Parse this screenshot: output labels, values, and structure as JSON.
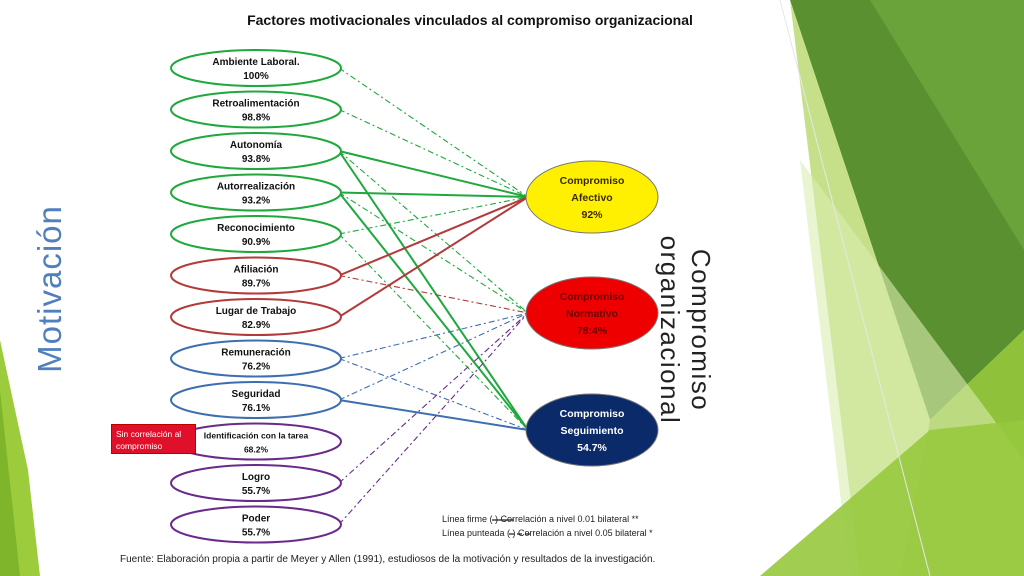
{
  "title": "Factores motivacionales vinculados al compromiso organizacional",
  "left_axis_label": "Motivación",
  "right_axis_label": "Compromiso organizacional",
  "factors": [
    {
      "name": "Ambiente Laboral.",
      "value": "100%",
      "color": "#1fa83c"
    },
    {
      "name": "Retroalimentación",
      "value": "98.8%",
      "color": "#1fa83c"
    },
    {
      "name": "Autonomía",
      "value": "93.8%",
      "color": "#1fa83c"
    },
    {
      "name": "Autorrealización",
      "value": "93.2%",
      "color": "#1fa83c"
    },
    {
      "name": "Reconocimiento",
      "value": "90.9%",
      "color": "#1fa83c"
    },
    {
      "name": "Afiliación",
      "value": "89.7%",
      "color": "#b23a3a"
    },
    {
      "name": "Lugar de Trabajo",
      "value": "82.9%",
      "color": "#b23a3a"
    },
    {
      "name": "Remuneración",
      "value": "76.2%",
      "color": "#3d6fb0"
    },
    {
      "name": "Seguridad",
      "value": "76.1%",
      "color": "#3d6fb0"
    },
    {
      "name": "Identificación con la tarea",
      "value": "68.2%",
      "color": "#6a2a8a"
    },
    {
      "name": "Logro",
      "value": "55.7%",
      "color": "#6a2a8a"
    },
    {
      "name": "Poder",
      "value": "55.7%",
      "color": "#6a2a8a"
    }
  ],
  "commitments": [
    {
      "line1": "Compromiso",
      "line2": "Afectivo",
      "value": "92%",
      "fill": "#ffef00",
      "text_color": "#3a2a00"
    },
    {
      "line1": "Compromiso",
      "line2": "Normativo",
      "value": "78:4%",
      "fill": "#ee0000",
      "text_color": "#6a0000"
    },
    {
      "line1": "Compromiso",
      "line2": "Seguimiento",
      "value": "54.7%",
      "fill": "#0a2a6a",
      "text_color": "#ffffff"
    }
  ],
  "no_correlation_label": "Sin correlación al compromiso",
  "legend": {
    "solid": "Línea firme (          ) Correlación a nivel 0.01 bilateral **",
    "dashed": "Línea punteada (          ) Correlación a nivel 0.05 bilateral *"
  },
  "source": "Fuente: Elaboración propia a partir de Meyer y Allen (1991), estudiosos de la motivación y resultados de la investigación.",
  "connections": [
    {
      "from": 0,
      "to": 0,
      "style": "dashed",
      "color": "#1fa83c"
    },
    {
      "from": 1,
      "to": 0,
      "style": "dashed",
      "color": "#1fa83c"
    },
    {
      "from": 2,
      "to": 0,
      "style": "solid",
      "color": "#1fa83c"
    },
    {
      "from": 2,
      "to": 2,
      "style": "solid",
      "color": "#1fa83c"
    },
    {
      "from": 2,
      "to": 1,
      "style": "dashed",
      "color": "#1fa83c"
    },
    {
      "from": 3,
      "to": 0,
      "style": "solid",
      "color": "#1fa83c"
    },
    {
      "from": 3,
      "to": 2,
      "style": "solid",
      "color": "#1fa83c"
    },
    {
      "from": 3,
      "to": 1,
      "style": "dashed",
      "color": "#1fa83c"
    },
    {
      "from": 4,
      "to": 0,
      "style": "dashed",
      "color": "#1fa83c"
    },
    {
      "from": 4,
      "to": 2,
      "style": "dashed",
      "color": "#1fa83c"
    },
    {
      "from": 5,
      "to": 0,
      "style": "solid",
      "color": "#b23a3a"
    },
    {
      "from": 5,
      "to": 1,
      "style": "dashed",
      "color": "#b23a3a"
    },
    {
      "from": 6,
      "to": 0,
      "style": "solid",
      "color": "#b23a3a"
    },
    {
      "from": 7,
      "to": 1,
      "style": "dashed",
      "color": "#3d6fb0"
    },
    {
      "from": 7,
      "to": 2,
      "style": "dashed",
      "color": "#3d6fb0"
    },
    {
      "from": 8,
      "to": 2,
      "style": "solid",
      "color": "#3d6fb0"
    },
    {
      "from": 8,
      "to": 1,
      "style": "dashed",
      "color": "#3d6fb0"
    },
    {
      "from": 10,
      "to": 1,
      "style": "dashed",
      "color": "#6a2a8a"
    },
    {
      "from": 11,
      "to": 1,
      "style": "dashed",
      "color": "#6a2a8a"
    }
  ]
}
